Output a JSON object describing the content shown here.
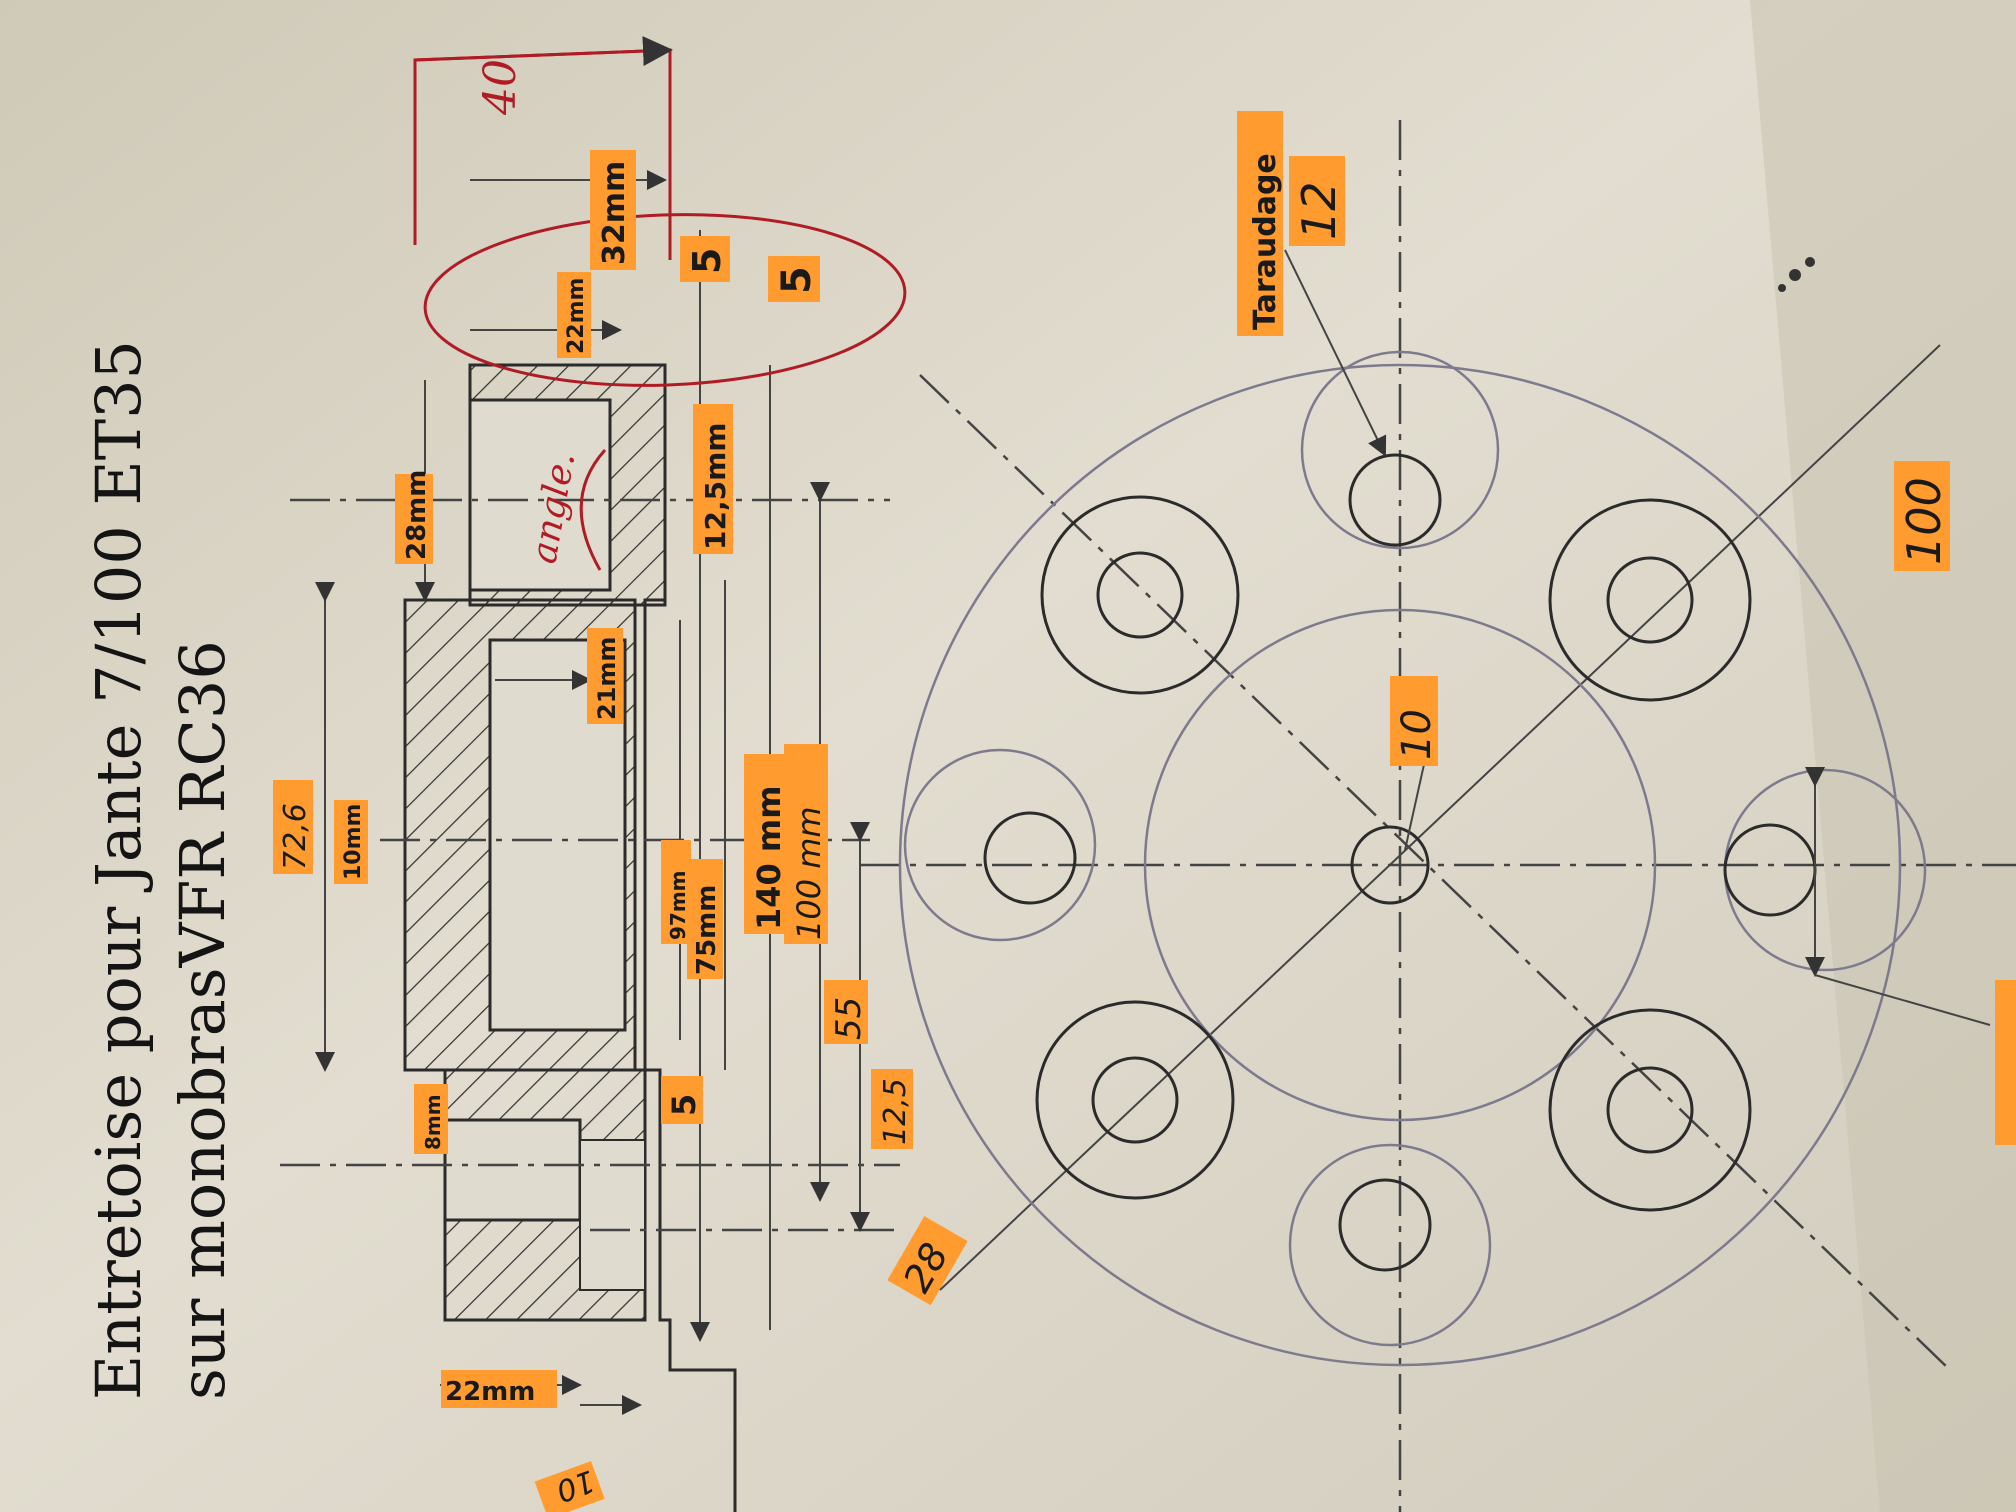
{
  "title": {
    "line1": "Entretoise pour Jante 7/100 ET35",
    "line2": "sur monobrasVFR RC36"
  },
  "dimensions": {
    "d40": "40",
    "d32mm": "32mm",
    "d22mm_top": "22mm",
    "d5a": "5",
    "d5b": "5",
    "d28mm": "28mm",
    "d12_5mm": "12,5mm",
    "angle": "angle.",
    "d21mm": "21mm",
    "d72_6": "72,6",
    "d10mm": "10mm",
    "d97mm": "97mm",
    "d75mm": "75mm",
    "d140mm": "140 mm",
    "d100mm": "100 mm",
    "d55": "55",
    "d12_5": "12,5",
    "d5c": "5",
    "d8mm": "8mm",
    "d28": "28",
    "d22mm_bottom": "22mm",
    "d10": "10",
    "taraudage": "Taraudage",
    "d12": "12",
    "d10_center": "10",
    "d100": "100"
  },
  "colors": {
    "highlight": "#ff9b2f",
    "ink": "#2b2b2b",
    "red_pen": "#b01c25",
    "paper": "#d8d3c4"
  }
}
